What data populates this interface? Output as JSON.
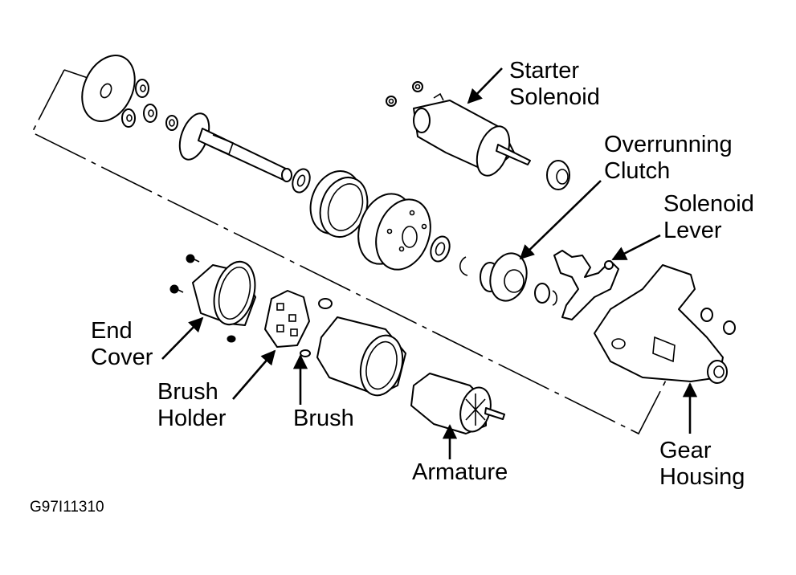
{
  "diagram": {
    "title": "Starter motor exploded view",
    "figure_id": "G97I11310",
    "colors": {
      "ink": "#000000",
      "background": "#ffffff"
    },
    "labels": {
      "starter_solenoid": [
        "Starter",
        "Solenoid"
      ],
      "overrunning_clutch": [
        "Overrunning",
        "Clutch"
      ],
      "solenoid_lever": [
        "Solenoid",
        "Lever"
      ],
      "end_cover": [
        "End",
        "Cover"
      ],
      "brush_holder": [
        "Brush",
        "Holder"
      ],
      "brush": [
        "Brush"
      ],
      "armature": [
        "Armature"
      ],
      "gear_housing": [
        "Gear",
        "Housing"
      ]
    }
  }
}
